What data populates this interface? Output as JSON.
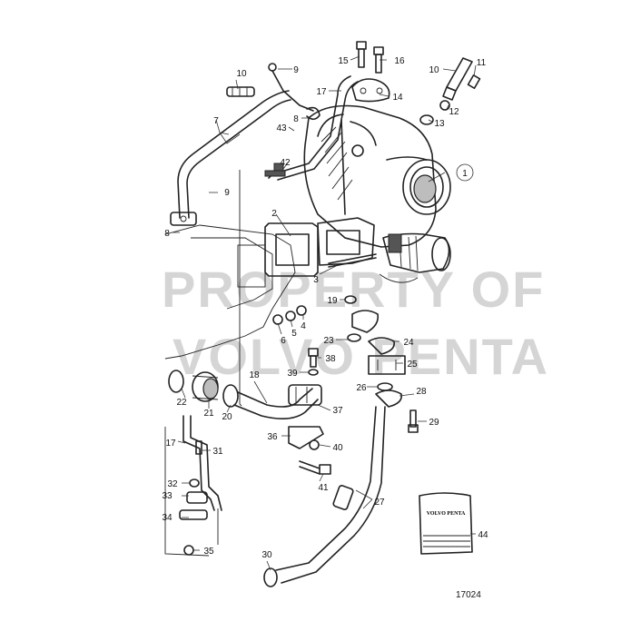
{
  "diagram": {
    "figure_number": "17024",
    "watermark": [
      "PROPERTY OF",
      "VOLVO PENTA"
    ],
    "manual_logo": "VOLVO PENTA",
    "callouts": [
      {
        "id": "c1",
        "text": "1"
      },
      {
        "id": "c2",
        "text": "2"
      },
      {
        "id": "c3",
        "text": "3"
      },
      {
        "id": "c4",
        "text": "4"
      },
      {
        "id": "c5",
        "text": "5"
      },
      {
        "id": "c6",
        "text": "6"
      },
      {
        "id": "c7",
        "text": "7"
      },
      {
        "id": "c8a",
        "text": "8"
      },
      {
        "id": "c8b",
        "text": "8"
      },
      {
        "id": "c9a",
        "text": "9"
      },
      {
        "id": "c9b",
        "text": "9"
      },
      {
        "id": "c10a",
        "text": "10"
      },
      {
        "id": "c10b",
        "text": "10"
      },
      {
        "id": "c11",
        "text": "11"
      },
      {
        "id": "c12",
        "text": "12"
      },
      {
        "id": "c13",
        "text": "13"
      },
      {
        "id": "c14",
        "text": "14"
      },
      {
        "id": "c15",
        "text": "15"
      },
      {
        "id": "c16",
        "text": "16"
      },
      {
        "id": "c17a",
        "text": "17"
      },
      {
        "id": "c17b",
        "text": "17"
      },
      {
        "id": "c18",
        "text": "18"
      },
      {
        "id": "c19",
        "text": "19"
      },
      {
        "id": "c20",
        "text": "20"
      },
      {
        "id": "c21",
        "text": "21"
      },
      {
        "id": "c22",
        "text": "22"
      },
      {
        "id": "c23",
        "text": "23"
      },
      {
        "id": "c24",
        "text": "24"
      },
      {
        "id": "c25",
        "text": "25"
      },
      {
        "id": "c26",
        "text": "26"
      },
      {
        "id": "c27",
        "text": "27"
      },
      {
        "id": "c28",
        "text": "28"
      },
      {
        "id": "c29",
        "text": "29"
      },
      {
        "id": "c30",
        "text": "30"
      },
      {
        "id": "c31",
        "text": "31"
      },
      {
        "id": "c32",
        "text": "32"
      },
      {
        "id": "c33",
        "text": "33"
      },
      {
        "id": "c34",
        "text": "34"
      },
      {
        "id": "c35",
        "text": "35"
      },
      {
        "id": "c36",
        "text": "36"
      },
      {
        "id": "c37",
        "text": "37"
      },
      {
        "id": "c38",
        "text": "38"
      },
      {
        "id": "c39",
        "text": "39"
      },
      {
        "id": "c40",
        "text": "40"
      },
      {
        "id": "c41",
        "text": "41"
      },
      {
        "id": "c42",
        "text": "42"
      },
      {
        "id": "c43",
        "text": "43"
      },
      {
        "id": "c44",
        "text": "44"
      }
    ]
  }
}
